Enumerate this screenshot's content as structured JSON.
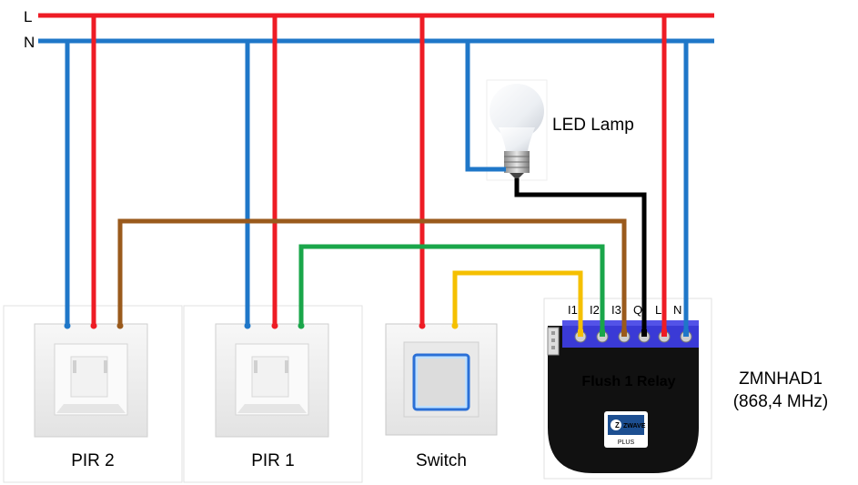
{
  "buses": {
    "live_label": "L",
    "neutral_label": "N"
  },
  "devices": {
    "pir2_label": "PIR 2",
    "pir1_label": "PIR 1",
    "switch_label": "Switch",
    "lamp_label": "LED Lamp"
  },
  "relay": {
    "name": "Flush 1 Relay",
    "terminals": [
      "I1",
      "I2",
      "I3",
      "Q",
      "L",
      "N"
    ],
    "model": "ZMNHAD1",
    "frequency": "(868,4 MHz)",
    "badge_top": "ZWAVE",
    "badge_bottom": "PLUS"
  },
  "colors": {
    "live": "#ee1c25",
    "neutral": "#1f77c8",
    "brown": "#9a5a1c",
    "green": "#1aa64a",
    "yellow": "#f5c000",
    "black": "#000000",
    "relay_body": "#111111",
    "terminal_block": "#3a3ad6"
  }
}
